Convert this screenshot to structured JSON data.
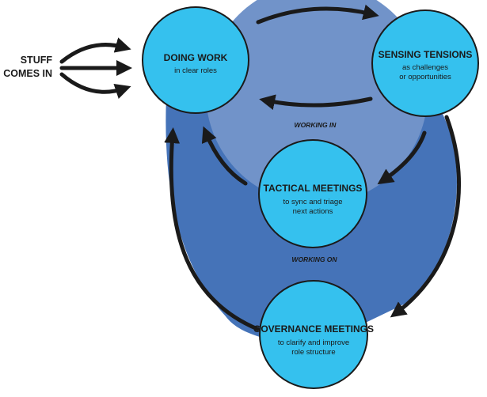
{
  "input_label": {
    "line1": "STUFF",
    "line2": "COMES IN"
  },
  "nodes": {
    "doing_work": {
      "title": "DOING WORK",
      "sub1": "in clear roles",
      "sub2": ""
    },
    "sensing_tensions": {
      "title": "SENSING TENSIONS",
      "sub1": "as challenges",
      "sub2": "or opportunities"
    },
    "tactical_meetings": {
      "title": "TACTICAL MEETINGS",
      "sub1": "to sync and triage",
      "sub2": "next actions"
    },
    "governance_meetings": {
      "title": "GOVERNANCE MEETINGS",
      "sub1": "to clarify and improve",
      "sub2": "role structure"
    }
  },
  "cycles": {
    "inner": "WORKING IN",
    "outer": "WORKING ON"
  },
  "colors": {
    "outer_region": "#4573b8",
    "inner_region": "#7193c9",
    "node_fill": "#35c1ee",
    "stroke": "#1a1a1a"
  }
}
